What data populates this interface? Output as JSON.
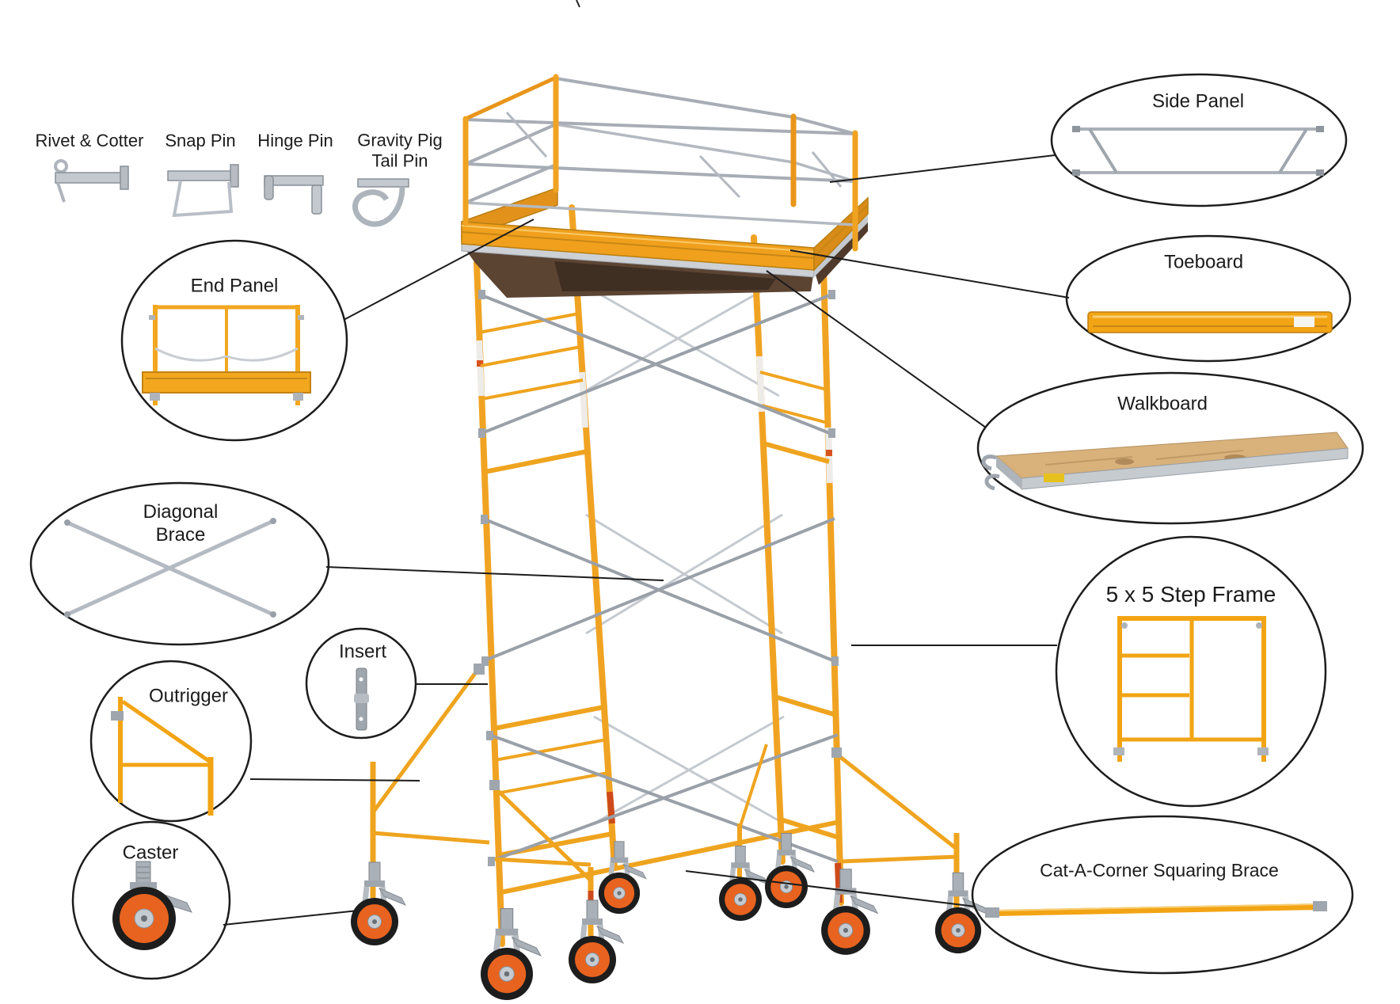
{
  "hardware": {
    "items": [
      {
        "label": "Rivet & Cotter",
        "icon": "rivet-cotter-pin-icon"
      },
      {
        "label": "Snap Pin",
        "icon": "snap-pin-icon"
      },
      {
        "label": "Hinge Pin",
        "icon": "hinge-pin-icon"
      },
      {
        "label": "Gravity Pig Tail Pin",
        "icon": "gravity-pig-tail-pin-icon"
      }
    ]
  },
  "callouts": {
    "end_panel": {
      "label": "End Panel"
    },
    "diagonal_brace": {
      "label": "Diagonal Brace"
    },
    "insert": {
      "label": "Insert"
    },
    "outrigger": {
      "label": "Outrigger"
    },
    "caster": {
      "label": "Caster"
    },
    "side_panel": {
      "label": "Side Panel"
    },
    "toeboard": {
      "label": "Toeboard"
    },
    "walkboard": {
      "label": "Walkboard"
    },
    "step_frame": {
      "label": "5 x 5 Step Frame"
    },
    "cat_a_corner": {
      "label": "Cat-A-Corner Squaring Brace"
    }
  },
  "colors": {
    "scaffold_yellow": "#F0A322",
    "accent_orange_red": "#CE4A1A",
    "brace_gray": "#A8ADB5",
    "caster_wheel_orange": "#E8631F",
    "callout_outline": "#1C1C1C",
    "walkboard_wood": "#D8B17B"
  }
}
